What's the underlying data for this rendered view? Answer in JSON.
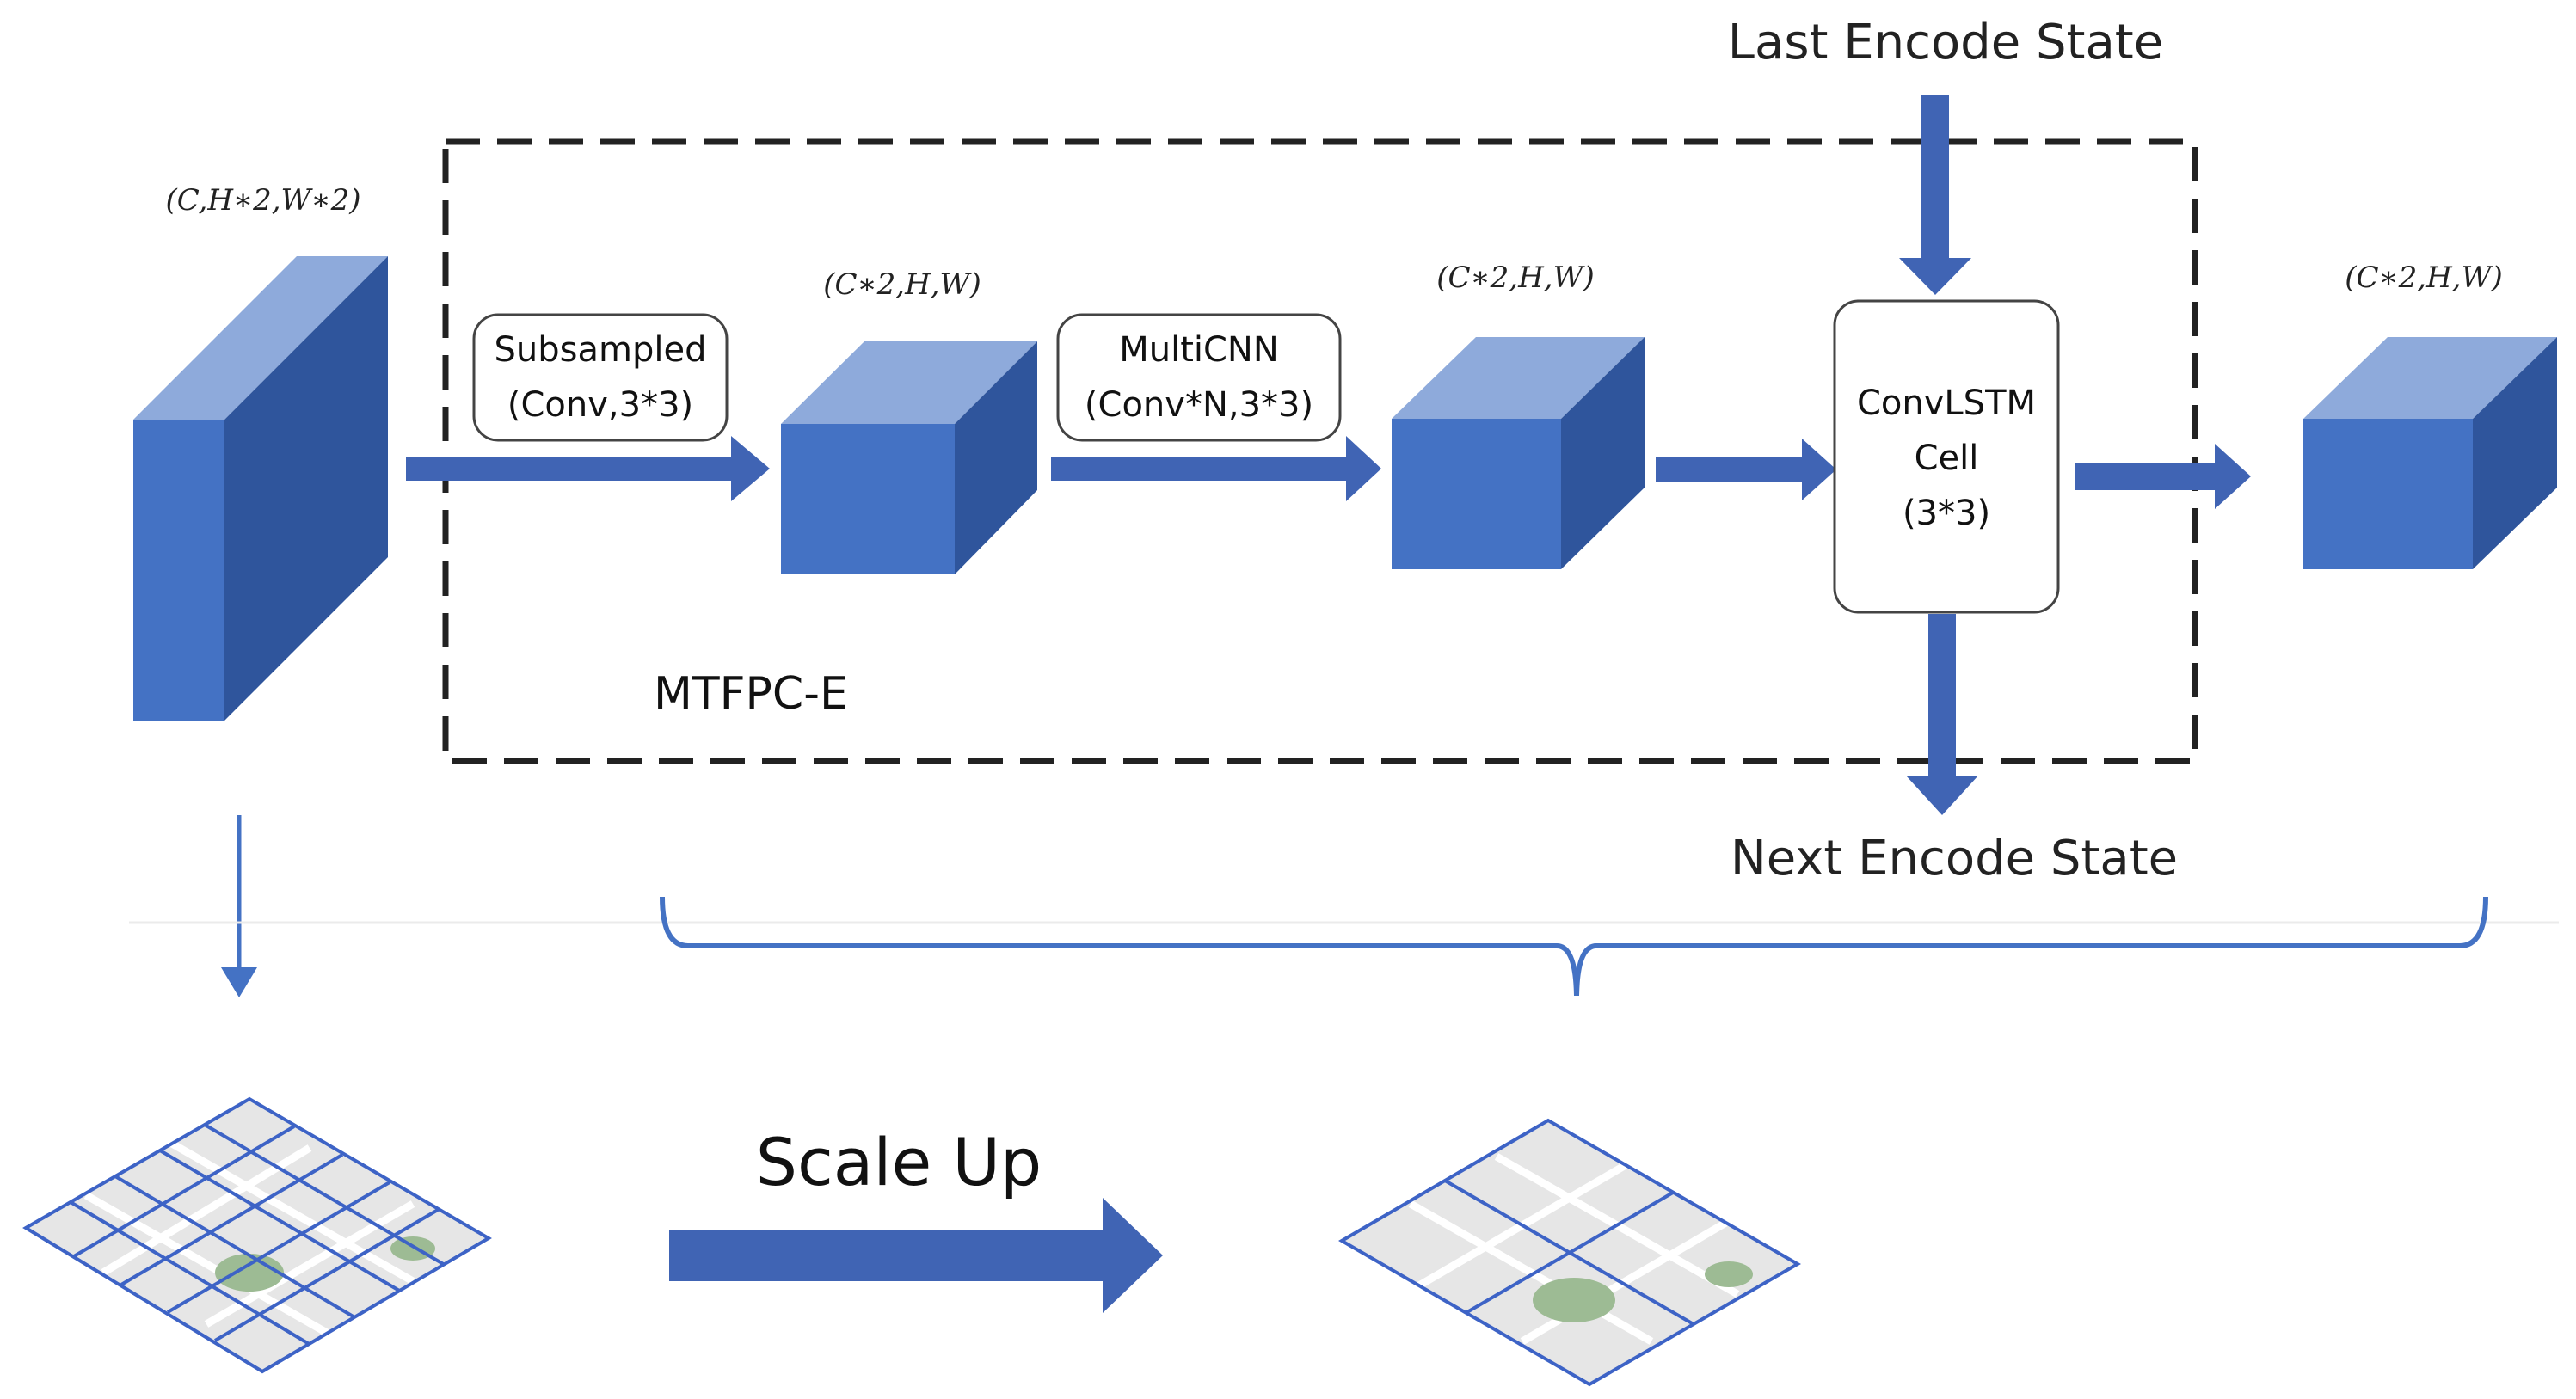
{
  "colors": {
    "front": "#4472c4",
    "top": "#8eaadb",
    "side": "#2f559c",
    "arrow": "#4064b4",
    "dash": "#222222",
    "map_bg": "#e6e6e6",
    "map_road": "#ffffff",
    "map_grid": "#3d63c6",
    "map_park": "#9dbb94"
  },
  "labels": {
    "dim_input": "(C,H∗2,W∗2)",
    "dim_sub": "(C∗2,H,W)",
    "dim_cnn": "(C∗2,H,W)",
    "dim_out": "(C∗2,H,W)",
    "subsampled_line1": "Subsampled",
    "subsampled_line2": "(Conv,3*3)",
    "multicnn_line1": "MultiCNN",
    "multicnn_line2": "(Conv*N,3*3)",
    "convlstm_line1": "ConvLSTM",
    "convlstm_line2": "Cell",
    "convlstm_line3": "(3*3)",
    "last_state": "Last Encode State",
    "next_state": "Next Encode State",
    "module_name": "MTFPC-E",
    "scale_up": "Scale Up"
  }
}
